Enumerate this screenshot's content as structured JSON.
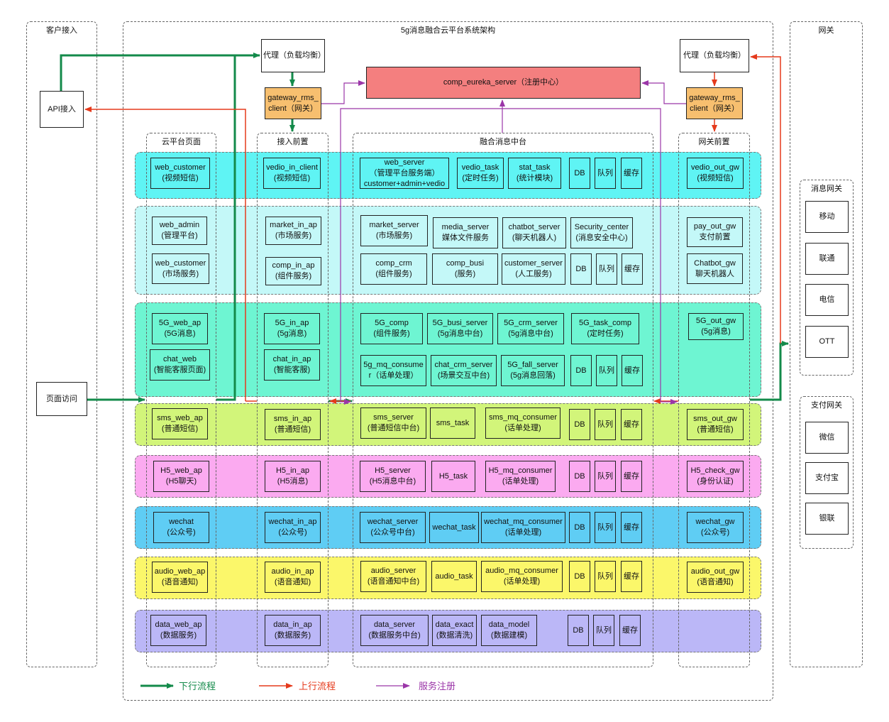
{
  "titles": {
    "customer": "客户接入",
    "platform": "5g消息融合云平台系统架构",
    "gateway": "网关",
    "cloud_page": "云平台页面",
    "access_front": "接入前置",
    "fusion_center": "融合消息中台",
    "gateway_front": "网关前置",
    "msg_gw": "消息网关",
    "pay_gw": "支付网关"
  },
  "customer": {
    "api": "API接入",
    "page": "页面访问"
  },
  "top": {
    "proxy_left": "代理（负载均衡）",
    "gateway_left": "gateway_rms_\nclient（网关）",
    "eureka": "comp_eureka_server（注册中心）",
    "proxy_right": "代理（负载均衡）",
    "gateway_right": "gateway_rms_\nclient（网关）"
  },
  "bands": {
    "b1": {
      "color": "#5ff4f4",
      "col1": [
        "web_customer\n(视频短信)"
      ],
      "col2": [
        "vedio_in_client\n(视频短信)"
      ],
      "c3": [
        "web_server\n（管理平台服务端）\ncustomer+admin+vedio",
        "vedio_task\n(定时任务)",
        "stat_task\n(统计模块)",
        "DB",
        "队列",
        "缓存"
      ],
      "col4": [
        "vedio_out_gw\n(视频短信)"
      ]
    },
    "b2": {
      "color": "#c4f8f8",
      "col1": [
        "web_admin\n(管理平台)",
        "web_customer\n(市场服务)"
      ],
      "col2": [
        "market_in_ap\n(市场服务)",
        "comp_in_ap\n(组件服务)"
      ],
      "c3a": [
        "market_server\n(市场服务)",
        "media_server\n媒体文件服务",
        "chatbot_server\n(聊天机器人)",
        "Security_center\n(消息安全中心)"
      ],
      "c3b": [
        "comp_crm\n(组件服务)",
        "comp_busi\n(服务)",
        "customer_server\n(人工服务)",
        "DB",
        "队列",
        "缓存"
      ],
      "col4": [
        "pay_out_gw\n支付前置",
        "Chatbot_gw\n聊天机器人"
      ]
    },
    "b3": {
      "color": "#6ef5d2",
      "col1": [
        "5G_web_ap\n(5G消息)",
        "chat_web\n(智能客服页面)"
      ],
      "col2": [
        "5G_in_ap\n(5g消息)",
        "chat_in_ap\n(智能客服)"
      ],
      "c3a": [
        "5G_comp\n(组件服务)",
        "5G_busi_server\n(5g消息中台)",
        "5G_crm_server\n(5g消息中台)",
        "5G_task_comp\n(定时任务)"
      ],
      "c3b": [
        "5g_mq_consume\nr（话单处理）",
        "chat_crm_server\n(场景交互中台)",
        "5G_fall_server\n(5g消息回落)",
        "DB",
        "队列",
        "缓存"
      ],
      "col4": [
        "5G_out_gw\n(5g消息)"
      ]
    },
    "b4": {
      "color": "#d2f57a",
      "col1": [
        "sms_web_ap\n(普通短信)"
      ],
      "col2": [
        "sms_in_ap\n(普通短信)"
      ],
      "c3": [
        "sms_server\n(普通短信中台)",
        "sms_task",
        "sms_mq_consumer\n(话单处理)",
        "DB",
        "队列",
        "缓存"
      ],
      "col4": [
        "sms_out_gw\n(普通短信)"
      ]
    },
    "b5": {
      "color": "#fbaaf0",
      "col1": [
        "H5_web_ap\n(H5聊天)"
      ],
      "col2": [
        "H5_in_ap\n(H5消息)"
      ],
      "c3": [
        "H5_server\n(H5消息中台)",
        "H5_task",
        "H5_mq_consumer\n(话单处理)",
        "DB",
        "队列",
        "缓存"
      ],
      "col4": [
        "H5_check_gw\n(身份认证)"
      ]
    },
    "b6": {
      "color": "#5fcdf4",
      "col1": [
        "wechat\n(公众号)"
      ],
      "col2": [
        "wechat_in_ap\n(公众号)"
      ],
      "c3": [
        "wechat_server\n(公众号中台)",
        "wechat_task",
        "wechat_mq_consumer\n(话单处理)",
        "DB",
        "队列",
        "缓存"
      ],
      "col4": [
        "wechat_gw\n(公众号)"
      ]
    },
    "b7": {
      "color": "#fbf76a",
      "col1": [
        "audio_web_ap\n(语音通知)"
      ],
      "col2": [
        "audio_in_ap\n(语音通知)"
      ],
      "c3": [
        "audio_server\n(语音通知中台)",
        "audio_task",
        "audio_mq_consumer\n(话单处理)",
        "DB",
        "队列",
        "缓存"
      ],
      "col4": [
        "audio_out_gw\n(语音通知)"
      ]
    },
    "b8": {
      "color": "#bbb7f7",
      "col1": [
        "data_web_ap\n(数据服务)"
      ],
      "col2": [
        "data_in_ap\n(数据服务)"
      ],
      "c3": [
        "data_server\n(数据服务中台)",
        "data_exact\n(数据清洗)",
        "data_model\n(数据建模)",
        "DB",
        "队列",
        "缓存"
      ],
      "col4": []
    }
  },
  "msg_gw_items": [
    "移动",
    "联通",
    "电信",
    "OTT"
  ],
  "pay_gw_items": [
    "微信",
    "支付宝",
    "银联"
  ],
  "legend": {
    "down": "下行流程",
    "up": "上行流程",
    "reg": "服务注册"
  },
  "colors": {
    "down": "#138a4a",
    "up": "#e53a1c",
    "reg": "#9b36a8"
  }
}
